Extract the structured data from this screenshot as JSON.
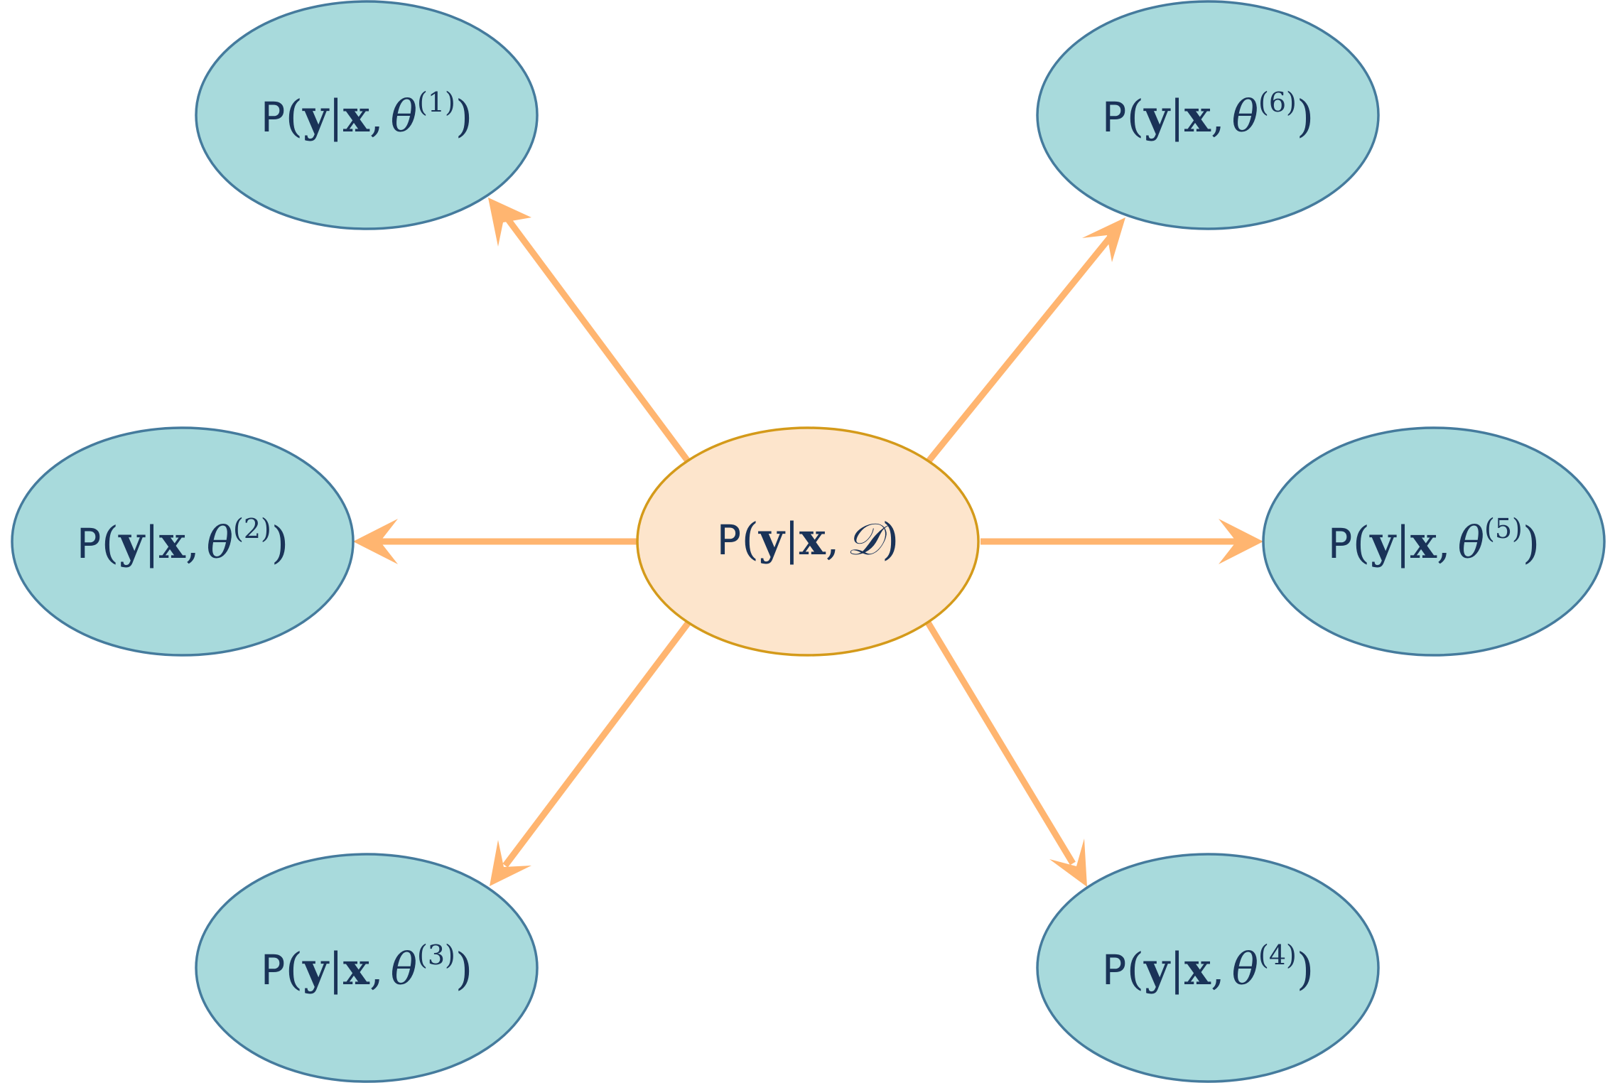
{
  "diagram": {
    "center": {
      "prefix": "P",
      "open": "(",
      "y": "y",
      "bar": "|",
      "x": "x",
      "comma": ",",
      "param": "𝒟",
      "close": ")"
    },
    "nodes": [
      {
        "prefix": "P",
        "open": "(",
        "y": "y",
        "bar": "|",
        "x": "x",
        "comma": ",",
        "theta": "θ",
        "sup": "(1)",
        "close": ")"
      },
      {
        "prefix": "P",
        "open": "(",
        "y": "y",
        "bar": "|",
        "x": "x",
        "comma": ",",
        "theta": "θ",
        "sup": "(2)",
        "close": ")"
      },
      {
        "prefix": "P",
        "open": "(",
        "y": "y",
        "bar": "|",
        "x": "x",
        "comma": ",",
        "theta": "θ",
        "sup": "(3)",
        "close": ")"
      },
      {
        "prefix": "P",
        "open": "(",
        "y": "y",
        "bar": "|",
        "x": "x",
        "comma": ",",
        "theta": "θ",
        "sup": "(4)",
        "close": ")"
      },
      {
        "prefix": "P",
        "open": "(",
        "y": "y",
        "bar": "|",
        "x": "x",
        "comma": ",",
        "theta": "θ",
        "sup": "(5)",
        "close": ")"
      },
      {
        "prefix": "P",
        "open": "(",
        "y": "y",
        "bar": "|",
        "x": "x",
        "comma": ",",
        "theta": "θ",
        "sup": "(6)",
        "close": ")"
      }
    ],
    "colors": {
      "center_fill": "#fde5cc",
      "center_stroke": "#d49a1a",
      "node_fill": "#a8dadc",
      "node_stroke": "#457b9d",
      "arrow": "#ffb570",
      "text": "#1a3358"
    }
  }
}
